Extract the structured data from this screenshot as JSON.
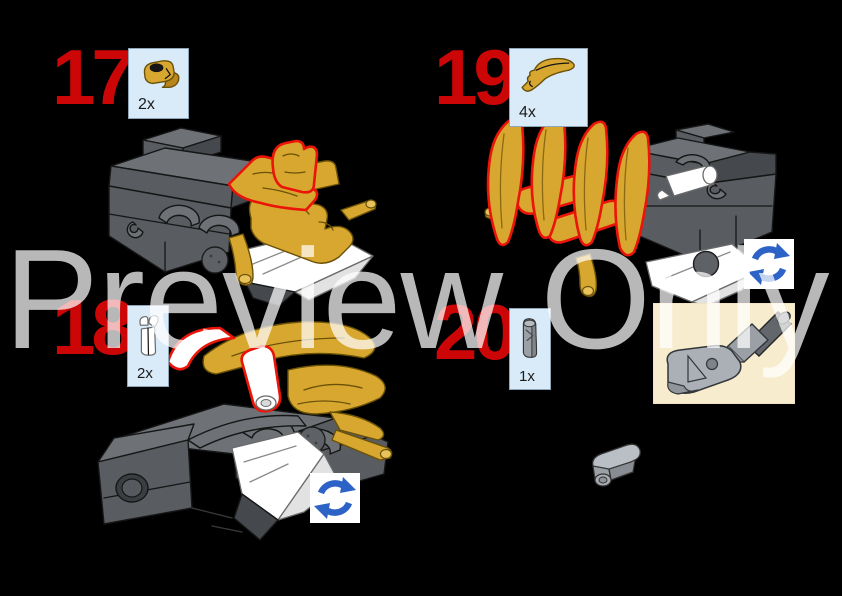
{
  "watermark": {
    "text": "Preview Only",
    "color": "rgba(255,255,255,0.72)"
  },
  "steps": {
    "step17": {
      "number": "17",
      "part_count": "2x",
      "part": "gold-plate-with-clip"
    },
    "step18": {
      "number": "18",
      "part_count": "2x",
      "part": "white-double-clip"
    },
    "step19": {
      "number": "19",
      "part_count": "4x",
      "part": "gold-claw"
    },
    "step20": {
      "number": "20",
      "part_count": "1x",
      "part": "gray-clip-with-bar-holder"
    }
  },
  "icons": {
    "rotate": "rotate-arrows-icon"
  },
  "colors": {
    "background": "#000000",
    "step_number_red": "#cc0606",
    "parts_box_blue": "#d9eaf8",
    "highlight_red": "#ea1408",
    "pearl_gold": "#d8a72f",
    "brick_gray": "#595d61",
    "white_piece": "#ffffff",
    "rotate_blue": "#2d62c7",
    "inset_beige": "#f8ecce"
  }
}
